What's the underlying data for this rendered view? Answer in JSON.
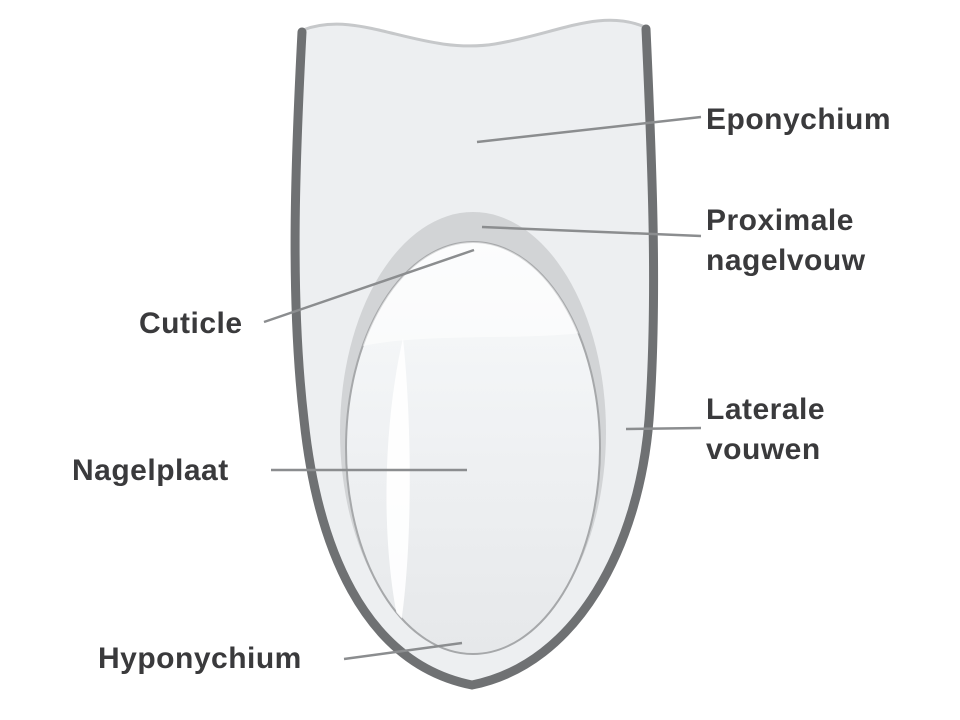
{
  "diagram": {
    "background": "#ffffff",
    "colors": {
      "finger_outline": "#6f7173",
      "finger_fill": "#edeff1",
      "skin_crease": "#c6c8ca",
      "nail_fold": "#d2d4d6",
      "nail_outline": "#a6a8aa",
      "nail_fill_top": "#f8fafb",
      "nail_fill_bottom": "#e6e8ea",
      "leader_line": "#8b8d8f",
      "label_text": "#3a3a3c"
    },
    "labels": [
      {
        "id": "eponychium",
        "text": "Eponychium"
      },
      {
        "id": "proximale-nagelvouw",
        "text": "Proximale\nnagelvouw"
      },
      {
        "id": "cuticle",
        "text": "Cuticle"
      },
      {
        "id": "laterale-vouwen",
        "text": "Laterale\nvouwen"
      },
      {
        "id": "nagelplaat",
        "text": "Nagelplaat"
      },
      {
        "id": "hyponychium",
        "text": "Hyponychium"
      }
    ]
  }
}
